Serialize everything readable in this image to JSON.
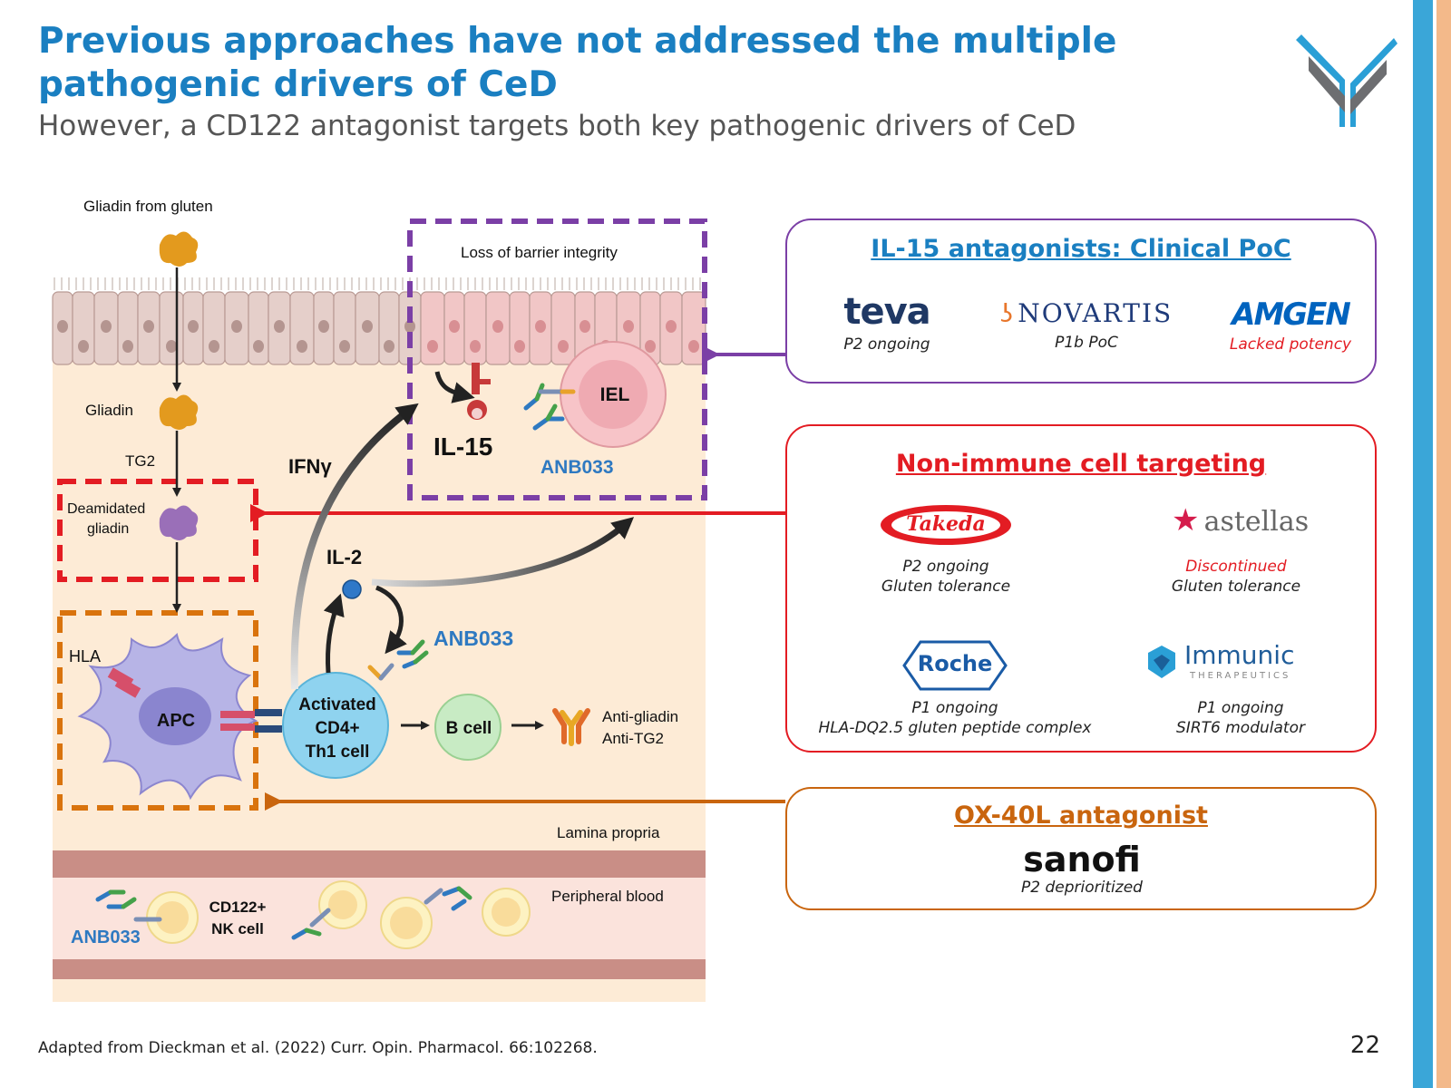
{
  "slide": {
    "title": "Previous approaches have not addressed the multiple pathogenic drivers of CeD",
    "subtitle": "However, a CD122 antagonist targets both key pathogenic drivers of CeD",
    "footnote": "Adapted from Dieckman et al. (2022) Curr. Opin. Pharmacol. 66:102268.",
    "page_number": "22"
  },
  "colors": {
    "title_blue": "#1a7fc1",
    "il15_purple": "#7b3fa6",
    "nonimmune_red": "#e31c23",
    "ox40l_orange": "#c9650e",
    "tissue_bg": "#fdebd6",
    "stripe_blue": "#3aa6d8",
    "stripe_orange": "#f3b98a"
  },
  "diagram": {
    "gliadin_from_gluten": "Gliadin from gluten",
    "loss_of_barrier": "Loss of barrier integrity",
    "gliadin": "Gliadin",
    "tg2": "TG2",
    "deamidated_1": "Deamidated",
    "deamidated_2": "gliadin",
    "ifn": "IFNγ",
    "il15": "IL-15",
    "iel": "IEL",
    "anb033_top": "ANB033",
    "il2": "IL-2",
    "anb033_mid": "ANB033",
    "hla": "HLA",
    "apc": "APC",
    "activated_1": "Activated",
    "activated_2": "CD4+",
    "activated_3": "Th1 cell",
    "bcell": "B cell",
    "anti_gliadin": "Anti-gliadin",
    "anti_tg2": "Anti-TG2",
    "lamina_propria": "Lamina propria",
    "peripheral_blood": "Peripheral blood",
    "cd122_1": "CD122+",
    "cd122_2": "NK cell",
    "anb033_bottom": "ANB033"
  },
  "il15_box": {
    "title": "IL-15 antagonists: Clinical PoC",
    "companies": [
      {
        "logo": "teva",
        "status": "P2 ongoing"
      },
      {
        "logo": "NOVARTIS",
        "status": "P1b PoC"
      },
      {
        "logo": "AMGEN",
        "status": "Lacked potency"
      }
    ]
  },
  "nonimmune_box": {
    "title": "Non-immune cell targeting",
    "companies": [
      {
        "logo": "Takeda",
        "status": "P2 ongoing",
        "detail": "Gluten tolerance"
      },
      {
        "logo": "astellas",
        "status": "Discontinued",
        "detail": "Gluten tolerance"
      },
      {
        "logo": "Roche",
        "status": "P1 ongoing",
        "detail": "HLA-DQ2.5 gluten peptide complex"
      },
      {
        "logo": "Immunic",
        "logo_sub": "THERAPEUTICS",
        "status": "P1 ongoing",
        "detail": "SIRT6 modulator"
      }
    ]
  },
  "ox40l_box": {
    "title": "OX-40L antagonist",
    "company": {
      "logo": "sanofi",
      "status": "P2 deprioritized"
    }
  }
}
